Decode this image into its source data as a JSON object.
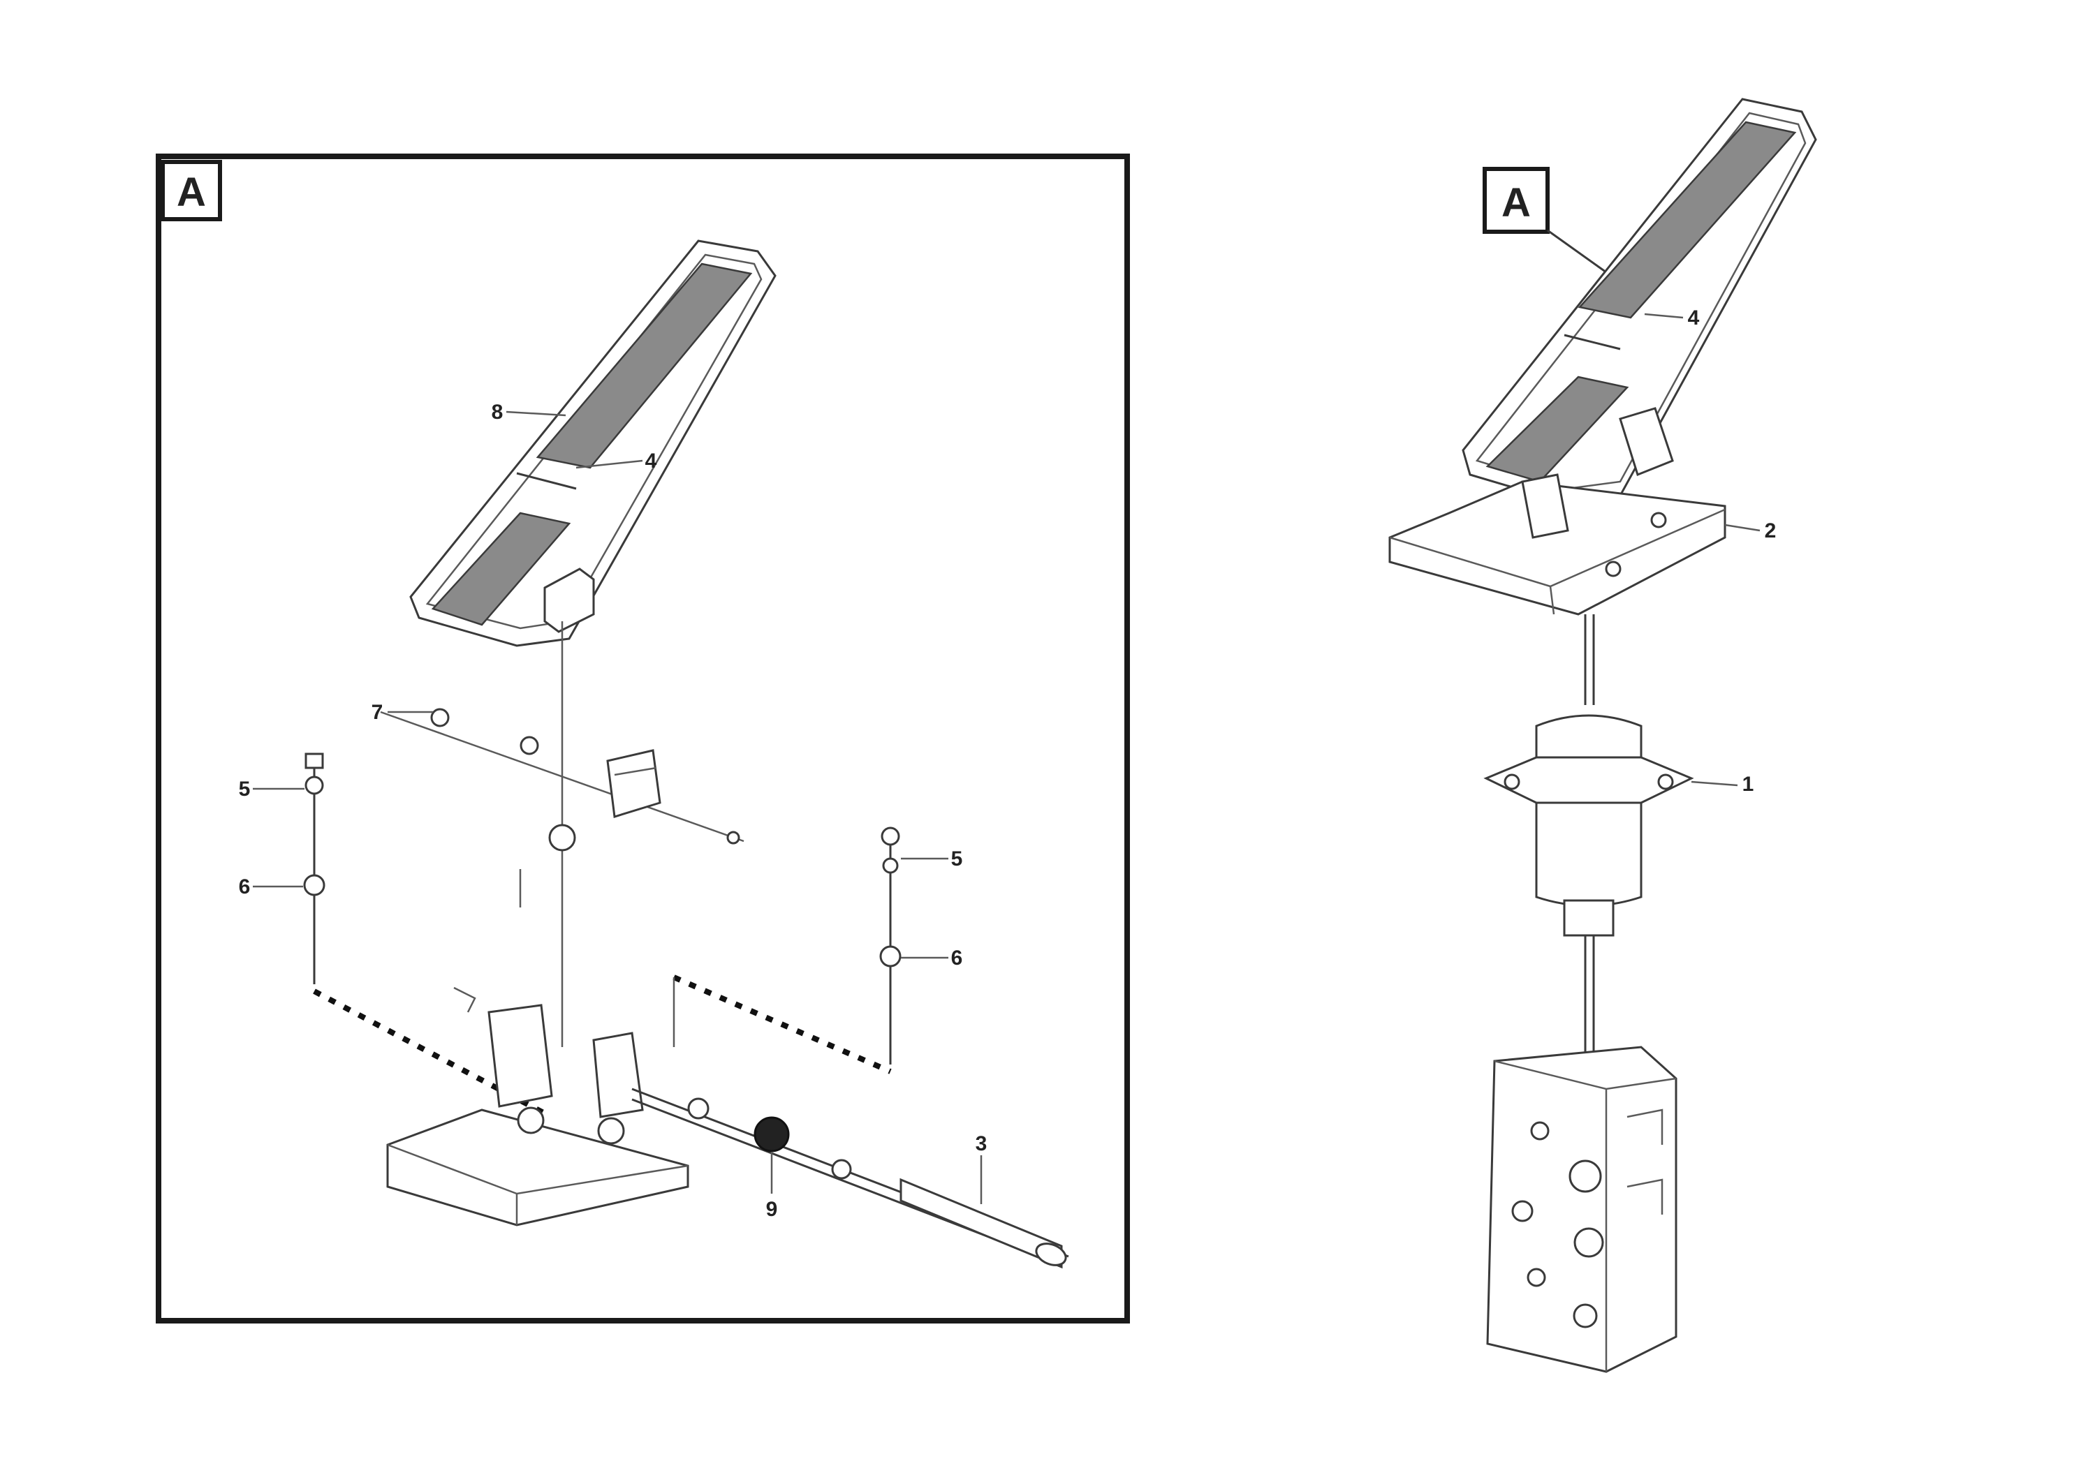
{
  "detail_label": "A",
  "callouts": {
    "pad_label": "8",
    "pedal_label": "4",
    "pin_label": "7",
    "screw_left_upper": "5",
    "washer_left_lower": "6",
    "screw_right_upper": "5",
    "washer_right_lower": "6",
    "rod_label": "3",
    "bushing_label": "9",
    "pedal_right_label": "4",
    "bracket_label": "2",
    "valve_label": "1"
  },
  "reference_code": {
    "line1": "",
    "line2": "",
    "line3": ""
  }
}
